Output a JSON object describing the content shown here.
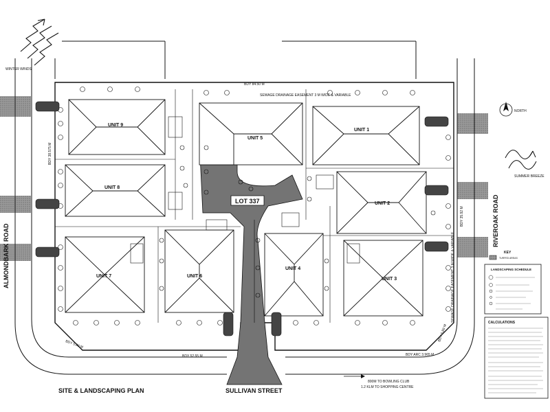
{
  "title": "SITE & LANDSCAPING PLAN",
  "lot": "LOT 337",
  "roads": {
    "left": "ALMONDBARK ROAD",
    "right": "RIVEROAK ROAD",
    "bottom": "SULLIVAN STREET"
  },
  "units": [
    {
      "id": "unit-1",
      "label": "UNIT 1"
    },
    {
      "id": "unit-2",
      "label": "UNIT 2"
    },
    {
      "id": "unit-3",
      "label": "UNIT 3"
    },
    {
      "id": "unit-4",
      "label": "UNIT 4"
    },
    {
      "id": "unit-5",
      "label": "UNIT 5"
    },
    {
      "id": "unit-6",
      "label": "UNIT 6"
    },
    {
      "id": "unit-7",
      "label": "UNIT 7"
    },
    {
      "id": "unit-8",
      "label": "UNIT 8"
    },
    {
      "id": "unit-9",
      "label": "UNIT 9"
    }
  ],
  "winds": {
    "winter": "WINTER WINDS",
    "summer": "SUMMER BREEZE"
  },
  "north": "NORTH",
  "boundaries": {
    "top": "BDY 84.50 M",
    "bottom_left": "BDY 52.55 M",
    "bottom_right": "BDY ARC 3.965 M",
    "left": "BDY 38.575 M",
    "right": "BDY 35.92 M",
    "corner_left": "BDY 5.89 M",
    "corner_right": "BDY 5.89 M"
  },
  "easements": {
    "top": "SEWAGE DRAINAGE EASEMENT 3 M WIDE & VARIABLE",
    "right": "SEWAGE DRAINAGE EASEMENT 3 M WIDE & VARIABLE"
  },
  "directions": {
    "line1": "800M TO BOWLING CLUB",
    "line2": "1.2 KLM TO SHOPPING CENTRE"
  },
  "key": {
    "heading": "KEY",
    "item": "TURFED AREAS"
  },
  "landscaping_schedule": {
    "heading": "LANDSCAPING SCHEDULE"
  },
  "calculations": {
    "heading": "CALCULATIONS"
  }
}
